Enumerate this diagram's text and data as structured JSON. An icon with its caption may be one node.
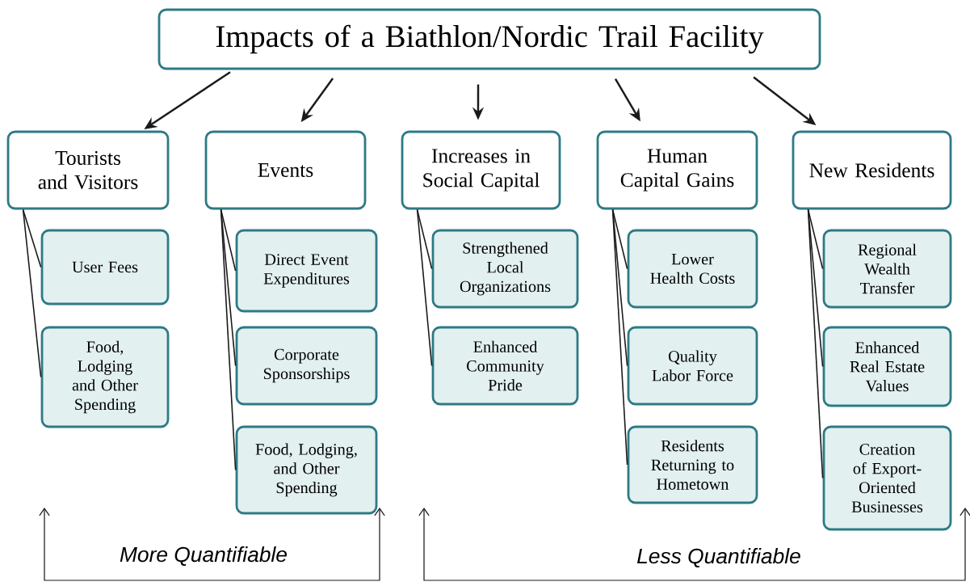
{
  "diagram": {
    "nodes": [
      {
        "text": [
          "Impacts of a Biathlon/Nordic Trail Facility"
        ]
      },
      {
        "text": [
          "Tourists and Visitors"
        ]
      },
      {
        "text": [
          "User Fees"
        ]
      },
      {
        "text": [
          "Food, Lodging and Other Spending"
        ]
      },
      {
        "text": [
          "Events"
        ]
      },
      {
        "text": [
          "Direct Event Expenditures"
        ]
      },
      {
        "text": [
          "Corporate Sponsorships"
        ]
      },
      {
        "text": [
          "Food, Lodging, and Other Spending"
        ]
      },
      {
        "text": [
          "Increases in Social Capital"
        ]
      },
      {
        "text": [
          "Strengthened Local Organizations"
        ]
      },
      {
        "text": [
          "Enhanced Community Pride"
        ]
      },
      {
        "text": [
          "Human Capital Gains"
        ]
      },
      {
        "text": [
          "Lower Health Costs"
        ]
      },
      {
        "text": [
          "Quality Labor Force"
        ]
      },
      {
        "text": [
          "Residents Returning to Hometown"
        ]
      },
      {
        "text": [
          "New Residents"
        ]
      },
      {
        "text": [
          "Regional Wealth Transfer"
        ]
      },
      {
        "text": [
          "Enhanced Real Estate Values"
        ]
      },
      {
        "text": [
          "Creation of Export-Oriented Businesses"
        ]
      }
    ],
    "edges": [
      {
        "from": 0,
        "to": 1,
        "arrow": "to"
      },
      {
        "from": 0,
        "to": 4,
        "arrow": "to"
      },
      {
        "from": 0,
        "to": 8,
        "arrow": "to"
      },
      {
        "from": 0,
        "to": 11,
        "arrow": "to"
      },
      {
        "from": 0,
        "to": 15,
        "arrow": "to"
      },
      {
        "from": 1,
        "to": 2,
        "arrow": "none"
      },
      {
        "from": 1,
        "to": 3,
        "arrow": "none"
      },
      {
        "from": 4,
        "to": 5,
        "arrow": "none"
      },
      {
        "from": 4,
        "to": 6,
        "arrow": "none"
      },
      {
        "from": 4,
        "to": 7,
        "arrow": "none"
      },
      {
        "from": 8,
        "to": 9,
        "arrow": "none"
      },
      {
        "from": 8,
        "to": 10,
        "arrow": "none"
      },
      {
        "from": 11,
        "to": 12,
        "arrow": "none"
      },
      {
        "from": 11,
        "to": 13,
        "arrow": "none"
      },
      {
        "from": 11,
        "to": 14,
        "arrow": "none"
      },
      {
        "from": 15,
        "to": 16,
        "arrow": "none"
      },
      {
        "from": 15,
        "to": 17,
        "arrow": "none"
      },
      {
        "from": 15,
        "to": 18,
        "arrow": "none"
      }
    ],
    "labels": [
      "More Quantifiable",
      "Less Quantifiable"
    ]
  }
}
